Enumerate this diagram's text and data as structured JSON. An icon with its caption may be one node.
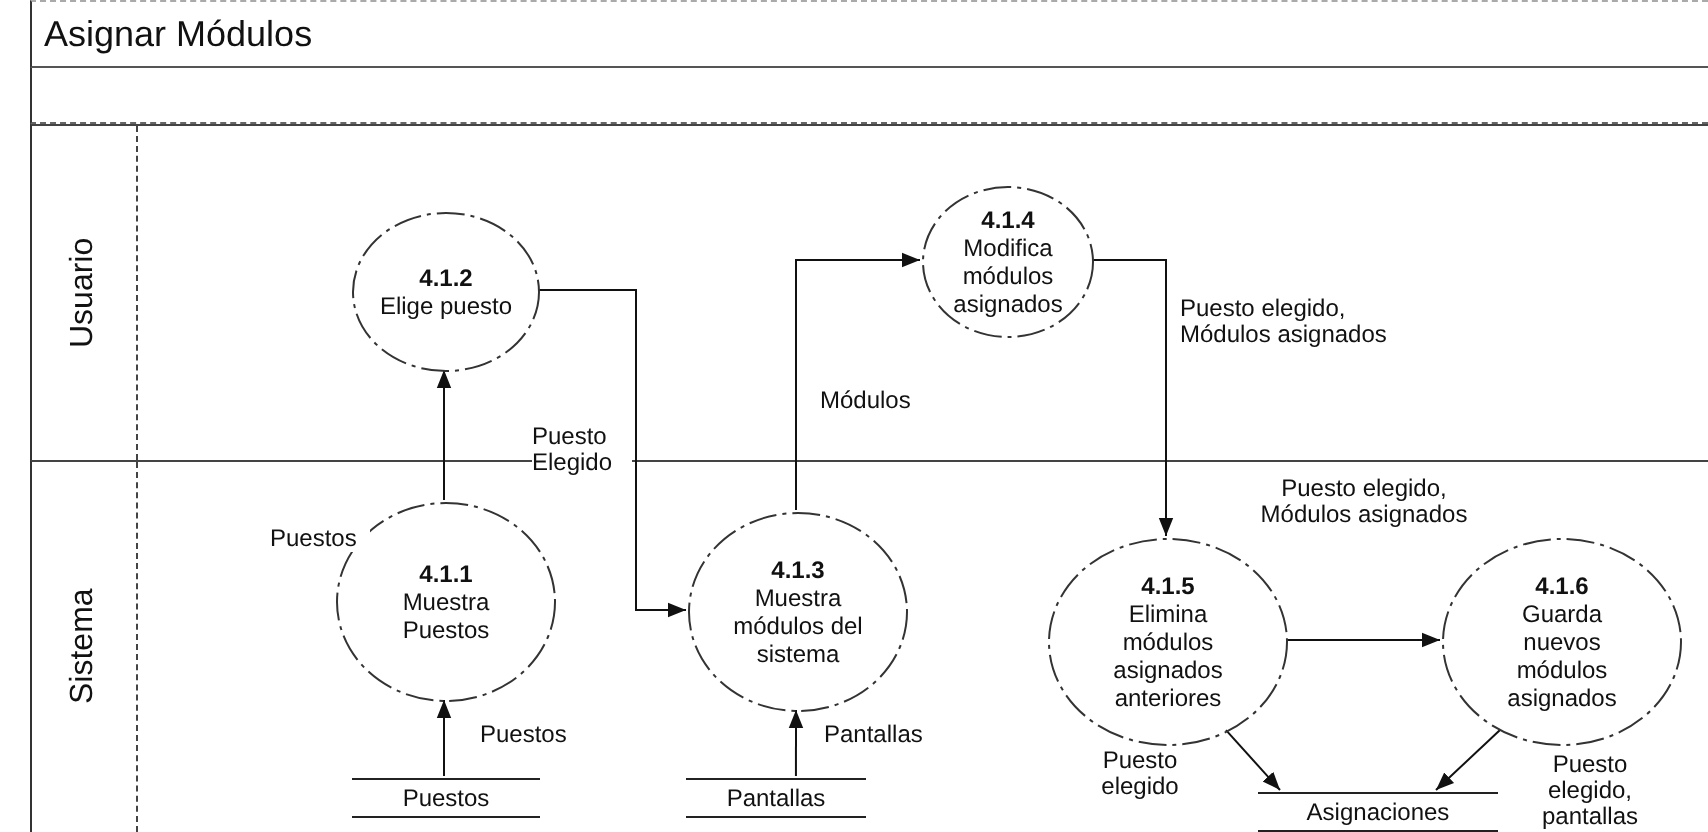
{
  "diagram": {
    "title": "Asignar Módulos",
    "nodes": [
      {
        "text": [
          "Usuario"
        ]
      },
      {
        "text": [
          "4.1.2",
          "Elige puesto"
        ],
        "in": 0
      },
      {
        "text": [
          "4.1.4",
          "Modifica módulos asignados"
        ],
        "in": 0
      },
      {
        "text": [
          "Sistema"
        ]
      },
      {
        "text": [
          "4.1.1",
          "Muestra Puestos"
        ],
        "in": 3
      },
      {
        "text": [
          "4.1.3",
          "Muestra módulos del sistema"
        ],
        "in": 3
      },
      {
        "text": [
          "4.1.5",
          "Elimina módulos asignados anteriores"
        ],
        "in": 3
      },
      {
        "text": [
          "4.1.6",
          "Guarda nuevos módulos asignados"
        ],
        "in": 3
      },
      {
        "text": [
          "Puestos"
        ],
        "in": 3
      },
      {
        "text": [
          "Pantallas"
        ],
        "in": 3
      },
      {
        "text": [
          "Asignaciones"
        ],
        "in": 3
      }
    ],
    "edges": [
      {
        "from": 8,
        "to": 4,
        "arrow": "to",
        "label": "Puestos"
      },
      {
        "from": 4,
        "to": 1,
        "arrow": "to",
        "label": "Puestos"
      },
      {
        "from": 1,
        "to": 5,
        "arrow": "to",
        "label": "Puesto Elegido"
      },
      {
        "from": 9,
        "to": 5,
        "arrow": "to",
        "label": "Pantallas"
      },
      {
        "from": 5,
        "to": 2,
        "arrow": "to",
        "label": "Módulos"
      },
      {
        "from": 2,
        "to": 6,
        "arrow": "to",
        "label": "Puesto elegido, Módulos asignados"
      },
      {
        "from": 6,
        "to": 7,
        "arrow": "to",
        "label": "Puesto elegido, Módulos asignados"
      },
      {
        "from": 6,
        "to": 10,
        "arrow": "to",
        "label": "Puesto elegido"
      },
      {
        "from": 7,
        "to": 10,
        "arrow": "to",
        "label": "Puesto elegido, pantallas"
      }
    ]
  }
}
